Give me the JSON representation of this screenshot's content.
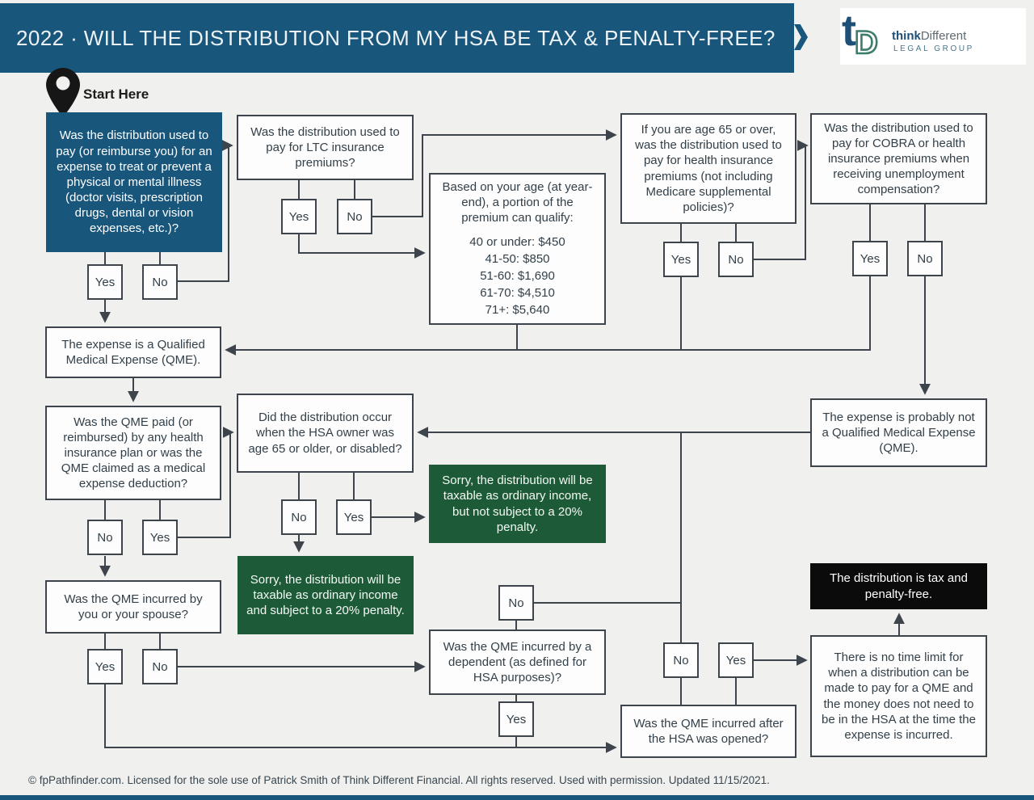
{
  "header": {
    "title": "2022 · WILL THE DISTRIBUTION FROM MY HSA BE TAX & PENALTY-FREE?",
    "brand": {
      "monogram": "tD",
      "think": "think",
      "different": "Different",
      "sub": "LEGAL GROUP"
    }
  },
  "start": {
    "label": "Start Here"
  },
  "labels": {
    "yes": "Yes",
    "no": "No"
  },
  "colors": {
    "banner_blue": "#19567c",
    "result_green": "#1d5b38",
    "result_black": "#0b0b0b",
    "line": "#3e444b"
  },
  "nodes": {
    "q_expense": {
      "text": "Was the distribution used to pay (or reimburse you) for an expense to treat or prevent a physical or mental illness (doctor visits, prescription drugs, dental or vision expenses, etc.)?"
    },
    "q_ltc": {
      "text": "Was the distribution used to pay for LTC insurance premiums?"
    },
    "age_table": {
      "intro": "Based on your age (at year-end), a portion of the premium can qualify:",
      "tiers": [
        "40 or under: $450",
        "41-50: $850",
        "51-60: $1,690",
        "61-70: $4,510",
        "71+: $5,640"
      ]
    },
    "q_over65": {
      "text": "If you are age 65 or over, was the distribution used to pay for health insurance premiums (not including Medicare supplemental policies)?"
    },
    "q_cobra": {
      "text": "Was the distribution used to pay for COBRA or health insurance premiums when receiving unemployment compensation?"
    },
    "qme": {
      "text": "The expense is a Qualified Medical Expense (QME)."
    },
    "q_qme_paid": {
      "text": "Was the QME paid (or reimbursed) by any health insurance plan or was the QME claimed as a medical expense deduction?"
    },
    "q_did65": {
      "text": "Did the distribution occur when the HSA owner was age 65 or older, or disabled?"
    },
    "taxable_no_penalty": {
      "text": "Sorry, the distribution will be taxable as ordinary income, but not subject to a 20% penalty."
    },
    "not_qme": {
      "text": "The expense is probably not a Qualified Medical Expense (QME)."
    },
    "taxable_penalty": {
      "text": "Sorry, the distribution will be taxable as ordinary income and subject to a 20% penalty."
    },
    "q_spouse": {
      "text": "Was the QME incurred by you or your spouse?"
    },
    "tax_free": {
      "text": "The distribution is tax and penalty-free."
    },
    "q_dependent": {
      "text": "Was the QME incurred by a dependent (as defined for HSA purposes)?"
    },
    "q_after_hsa": {
      "text": "Was the QME incurred after the HSA was opened?"
    },
    "no_time_limit": {
      "text": "There is no time limit for when a distribution can be made to pay for a QME and the money does not need to be in the HSA at the time the expense is incurred."
    }
  },
  "footer": {
    "text": "© fpPathfinder.com. Licensed for the sole use of Patrick Smith of Think Different Financial. All rights reserved. Used with permission. Updated 11/15/2021."
  }
}
